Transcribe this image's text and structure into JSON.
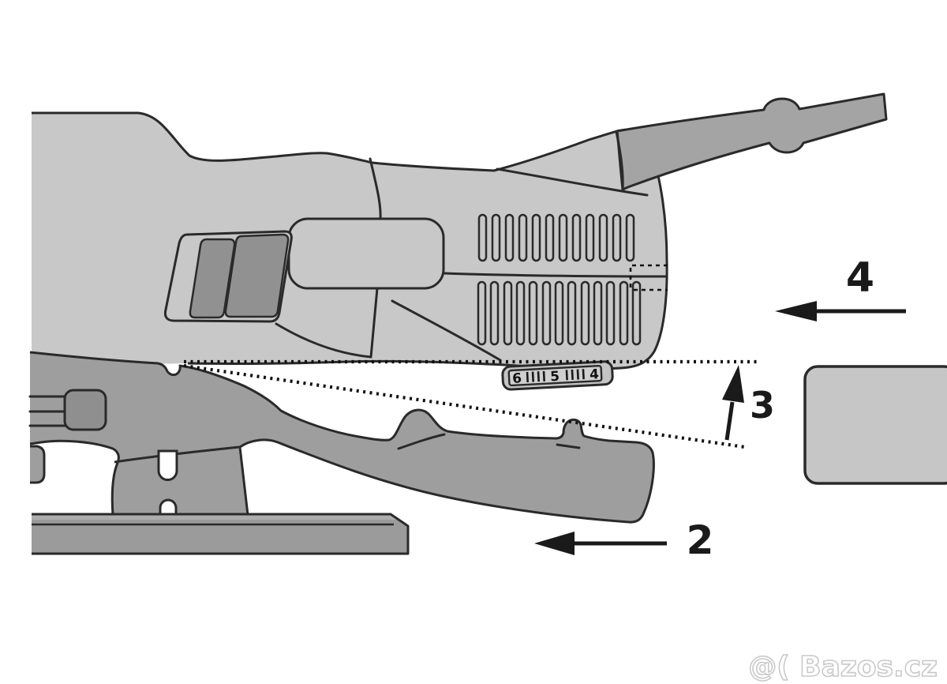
{
  "image": {
    "description": "Technical instruction diagram of a jigsaw power tool: gliding shoe being slid off (2), lifted clearance (3), and cover plate slid off (4)",
    "background": "#ffffff"
  },
  "callouts": {
    "step2": {
      "label": "2",
      "arrow_direction": "left"
    },
    "step3": {
      "label": "3",
      "arrow_direction": "up"
    },
    "step4": {
      "label": "4",
      "arrow_direction": "left"
    }
  },
  "pendulum_dial": {
    "digits": [
      "6",
      "5",
      "4"
    ],
    "tick_groups": [
      4,
      4
    ]
  },
  "watermark": {
    "text": "@( Bazos.cz"
  },
  "colors": {
    "body_light": "#c8c8c8",
    "body_medium": "#9e9e9e",
    "insert_dark": "#919191",
    "clamp_dark": "#8f8f8f",
    "outline": "#2a2a2a",
    "label": "#1a1a1a",
    "watermark": "#c9c9c9"
  }
}
